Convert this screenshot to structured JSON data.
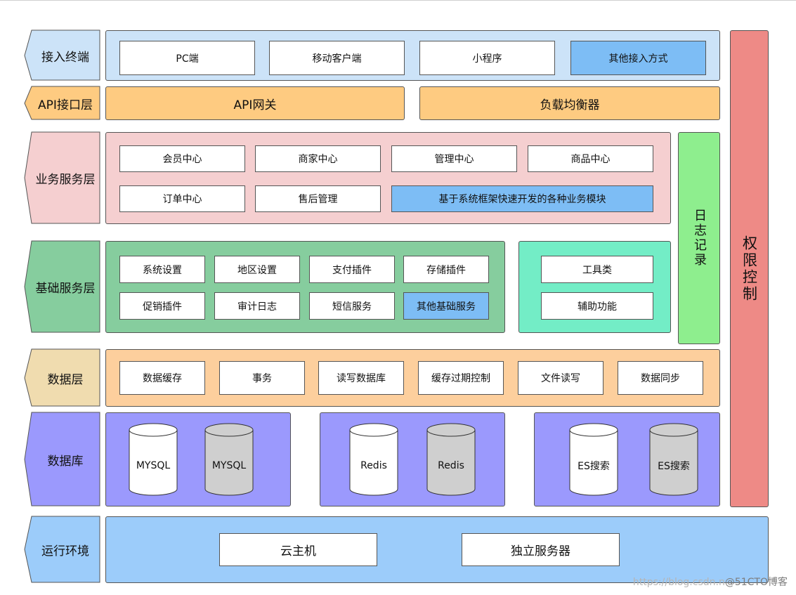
{
  "layers": {
    "access": "接入终端",
    "api": "API接口层",
    "business": "业务服务层",
    "base": "基础服务层",
    "data": "数据层",
    "database": "数据库",
    "runtime": "运行环境"
  },
  "access_items": [
    "PC端",
    "移动客户端",
    "小程序",
    "其他接入方式"
  ],
  "api_items": [
    "API网关",
    "负载均衡器"
  ],
  "business_items": [
    "会员中心",
    "商家中心",
    "管理中心",
    "商品中心",
    "订单中心",
    "售后管理",
    "基于系统框架快速开发的各种业务模块"
  ],
  "base_items": [
    "系统设置",
    "地区设置",
    "支付插件",
    "存储插件",
    "促销插件",
    "审计日志",
    "短信服务",
    "其他基础服务"
  ],
  "tool_items": [
    "工具类",
    "辅助功能"
  ],
  "data_items": [
    "数据缓存",
    "事务",
    "读写数据库",
    "缓存过期控制",
    "文件读写",
    "数据同步"
  ],
  "db_items": [
    "MYSQL",
    "MYSQL",
    "Redis",
    "Redis",
    "ES搜索",
    "ES搜索"
  ],
  "runtime_items": [
    "云主机",
    "独立服务器"
  ],
  "side": {
    "log": "日志记录",
    "permission": "权限控制"
  },
  "watermark": {
    "url": "https://blog.csdn.n",
    "brand": "@51CTO博客"
  },
  "colors": {
    "access": "#cce3f8",
    "api": "#fecb81",
    "business": "#f5cfd0",
    "base": "#86cd9e",
    "tools": "#73edc6",
    "data_tag": "#f0dcaf",
    "data": "#fdcf9d",
    "database": "#9b99fd",
    "runtime": "#9cccfa",
    "log": "#8eee8e",
    "permission": "#ee8a86",
    "highlight": "#7dbdf5"
  }
}
